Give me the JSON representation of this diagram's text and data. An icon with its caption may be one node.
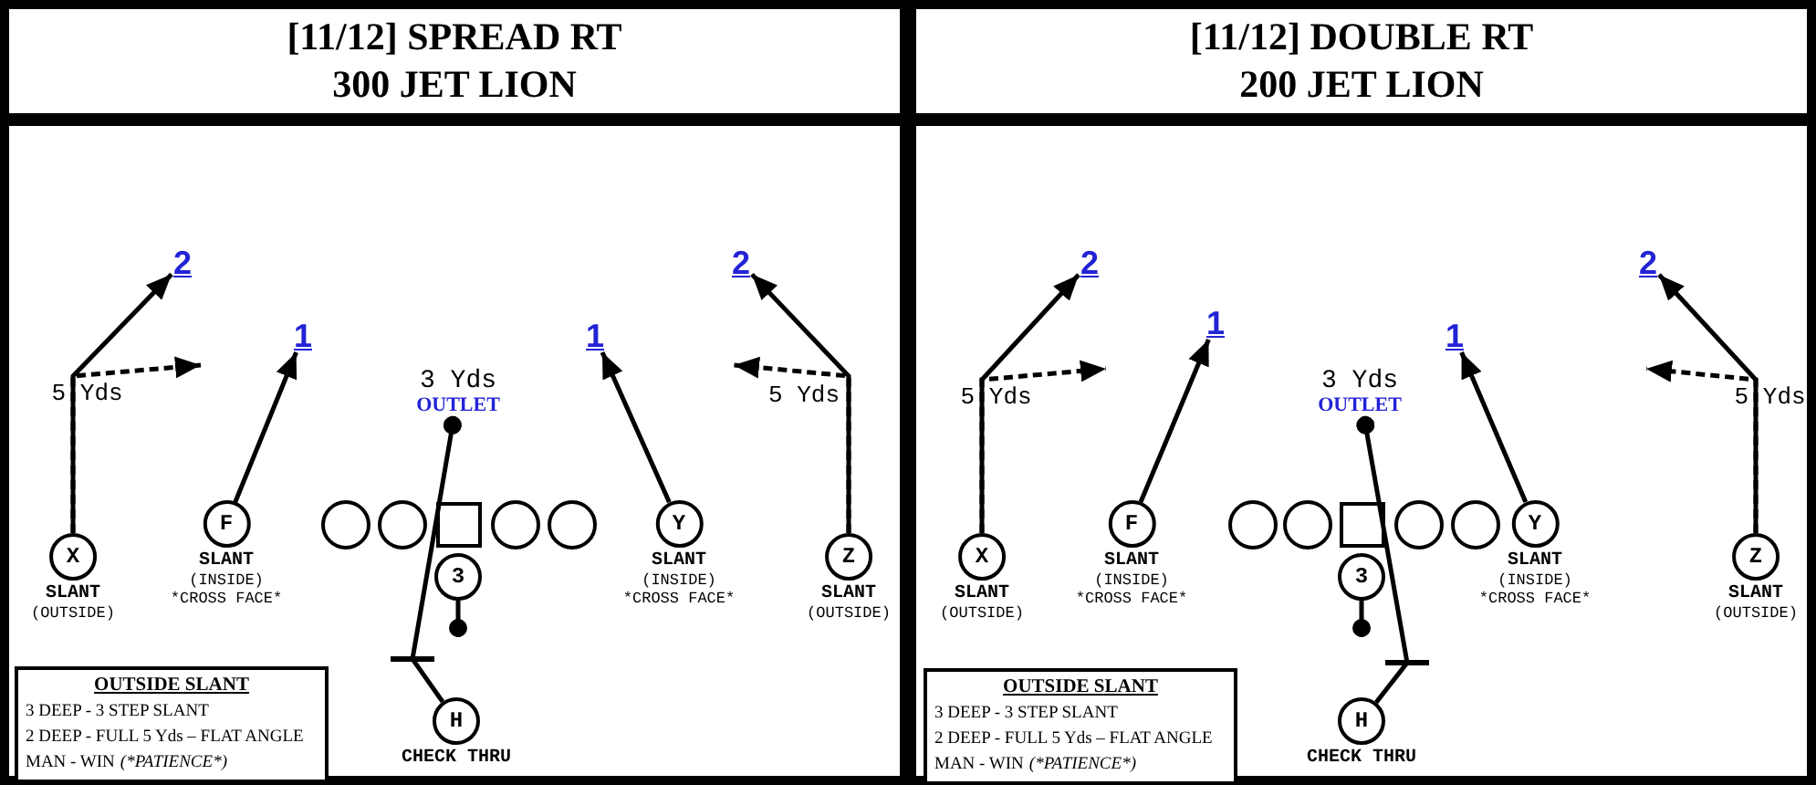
{
  "diagram": {
    "nodes": [
      {
        "text": [
          "[11/12] SPREAD RT 300 JET LION"
        ]
      },
      {
        "text": [
          "2"
        ],
        "in": 0
      },
      {
        "text": [
          "1"
        ],
        "in": 0
      },
      {
        "text": [
          "1"
        ],
        "in": 0
      },
      {
        "text": [
          "2"
        ],
        "in": 0
      },
      {
        "text": [
          "3 Yds",
          "OUTLET"
        ],
        "in": 0
      },
      {
        "text": [],
        "shape": "circle",
        "in": 0
      },
      {
        "text": [],
        "shape": "circle",
        "in": 0
      },
      {
        "text": [],
        "shape": "box",
        "in": 0
      },
      {
        "text": [],
        "shape": "circle",
        "in": 0
      },
      {
        "text": [],
        "shape": "circle",
        "in": 0
      },
      {
        "text": [
          "X"
        ],
        "beside": [
          "SLANT",
          "(OUTSIDE)"
        ],
        "in": 0
      },
      {
        "text": [
          "F"
        ],
        "beside": [
          "SLANT",
          "(INSIDE)",
          "*CROSS FACE*"
        ],
        "in": 0
      },
      {
        "text": [
          "Y"
        ],
        "beside": [
          "SLANT",
          "(INSIDE)",
          "*CROSS FACE*"
        ],
        "in": 0
      },
      {
        "text": [
          "Z"
        ],
        "beside": [
          "SLANT",
          "(OUTSIDE)"
        ],
        "in": 0
      },
      {
        "text": [
          "3"
        ],
        "in": 0
      },
      {
        "text": [
          "H"
        ],
        "beside": [
          "CHECK THRU"
        ],
        "in": 0
      },
      {
        "text": [
          "OUTSIDE SLANT",
          "3 DEEP - 3 STEP SLANT",
          "2 DEEP - FULL 5 Yds – FLAT ANGLE",
          "MAN - WIN",
          "(*PATIENCE*)"
        ],
        "in": 0
      },
      {
        "text": [
          "[11/12] DOUBLE RT 200 JET LION"
        ]
      },
      {
        "text": [
          "2"
        ],
        "in": 18
      },
      {
        "text": [
          "1"
        ],
        "in": 18
      },
      {
        "text": [
          "1"
        ],
        "in": 18
      },
      {
        "text": [
          "2"
        ],
        "in": 18
      },
      {
        "text": [
          "3 Yds",
          "OUTLET"
        ],
        "in": 18
      },
      {
        "text": [],
        "shape": "circle",
        "in": 18
      },
      {
        "text": [],
        "shape": "circle",
        "in": 18
      },
      {
        "text": [],
        "shape": "box",
        "in": 18
      },
      {
        "text": [],
        "shape": "circle",
        "in": 18
      },
      {
        "text": [],
        "shape": "circle",
        "in": 18
      },
      {
        "text": [
          "X"
        ],
        "beside": [
          "SLANT",
          "(OUTSIDE)"
        ],
        "in": 18
      },
      {
        "text": [
          "F"
        ],
        "beside": [
          "SLANT",
          "(INSIDE)",
          "*CROSS FACE*"
        ],
        "in": 18
      },
      {
        "text": [
          "Y"
        ],
        "beside": [
          "SLANT",
          "(INSIDE)",
          "*CROSS FACE*"
        ],
        "in": 18
      },
      {
        "text": [
          "Z"
        ],
        "beside": [
          "SLANT",
          "(OUTSIDE)"
        ],
        "in": 18
      },
      {
        "text": [
          "3"
        ],
        "in": 18
      },
      {
        "text": [
          "H"
        ],
        "beside": [
          "CHECK THRU"
        ],
        "in": 18
      },
      {
        "text": [
          "OUTSIDE SLANT",
          "3 DEEP - 3 STEP SLANT",
          "2 DEEP - FULL 5 Yds – FLAT ANGLE",
          "MAN - WIN",
          "(*PATIENCE*)"
        ],
        "in": 18
      }
    ],
    "edges": [
      {
        "from": 11,
        "to": 1,
        "arrow": "to"
      },
      {
        "from": 11,
        "to": null,
        "arrow": "to",
        "style": "dashed"
      },
      {
        "from": 12,
        "to": 2,
        "arrow": "to"
      },
      {
        "from": 13,
        "to": 3,
        "arrow": "to"
      },
      {
        "from": 14,
        "to": 4,
        "arrow": "to"
      },
      {
        "from": 14,
        "to": null,
        "arrow": "to",
        "style": "dashed"
      },
      {
        "from": 16,
        "to": 5,
        "arrow": "other"
      },
      {
        "from": 15,
        "to": null,
        "arrow": "other"
      },
      {
        "from": 29,
        "to": 19,
        "arrow": "to"
      },
      {
        "from": 29,
        "to": null,
        "arrow": "to",
        "style": "dashed"
      },
      {
        "from": 30,
        "to": 20,
        "arrow": "to"
      },
      {
        "from": 31,
        "to": 21,
        "arrow": "to"
      },
      {
        "from": 32,
        "to": 22,
        "arrow": "to"
      },
      {
        "from": 32,
        "to": null,
        "arrow": "to",
        "style": "dashed"
      },
      {
        "from": 34,
        "to": 23,
        "arrow": "other"
      },
      {
        "from": 33,
        "to": null,
        "arrow": "other"
      }
    ],
    "labels": [
      "5 Yds",
      "5 Yds",
      "5 Yds",
      "5 Yds"
    ]
  }
}
